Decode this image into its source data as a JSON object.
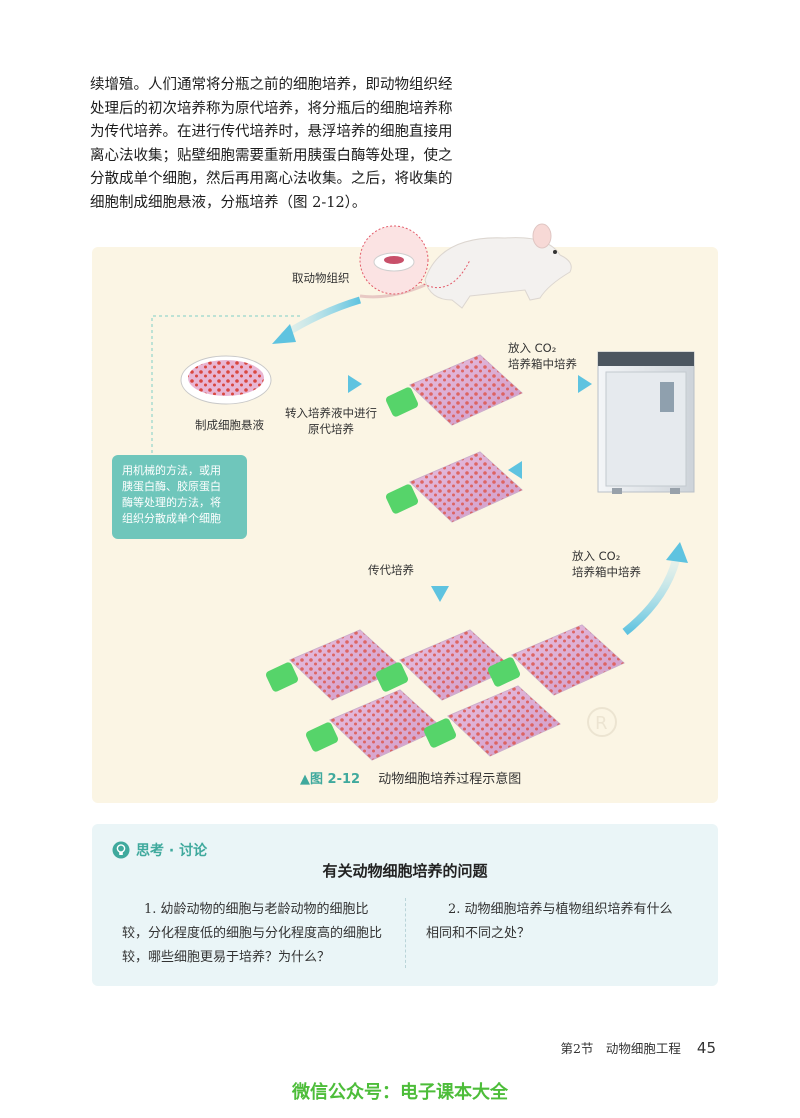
{
  "intro_lines": [
    "续增殖。人们通常将分瓶之前的细胞培养，即动物组织经",
    "处理后的初次培养称为原代培养，将分瓶后的细胞培养称",
    "为传代培养。在进行传代培养时，悬浮培养的细胞直接用",
    "离心法收集；贴壁细胞需要重新用胰蛋白酶等处理，使之",
    "分散成单个细胞，然后再用离心法收集。之后，将收集的",
    "细胞制成细胞悬液，分瓶培养（图 2-12）。"
  ],
  "figure": {
    "label_take_tissue": "取动物组织",
    "label_suspension": "制成细胞悬液",
    "label_primary": [
      "转入培养液中进行",
      "原代培养"
    ],
    "label_incubator_top": [
      "放入 CO₂",
      "培养箱中培养"
    ],
    "label_incubator_bottom": [
      "放入 CO₂",
      "培养箱中培养"
    ],
    "label_passage": "传代培养",
    "note_lines": [
      "用机械的方法，或用",
      "胰蛋白酶、胶原蛋白",
      "酶等处理的方法，将",
      "组织分散成单个细胞"
    ],
    "caption_number": "▲图 2-12",
    "caption_text": "动物细胞培养过程示意图"
  },
  "discussion": {
    "title": "思考 · 讨论",
    "subtitle": "有关动物细胞培养的问题",
    "q1_lines": [
      "1.  幼龄动物的细胞与老龄动物的细胞比",
      "较，分化程度低的细胞与分化程度高的细胞比",
      "较，哪些细胞更易于培养？为什么？"
    ],
    "q2_lines": [
      "2.  动物细胞培养与植物组织培养有什么",
      "相同和不同之处？"
    ]
  },
  "footer": {
    "section": "第2节　动物细胞工程",
    "page": "45"
  },
  "watermark": "微信公众号：电子课本大全",
  "colors": {
    "teal": "#3fa99d",
    "cell_red": "#d9463f",
    "flask_pink": "#d9a3cf",
    "cap_green": "#56d46a"
  }
}
